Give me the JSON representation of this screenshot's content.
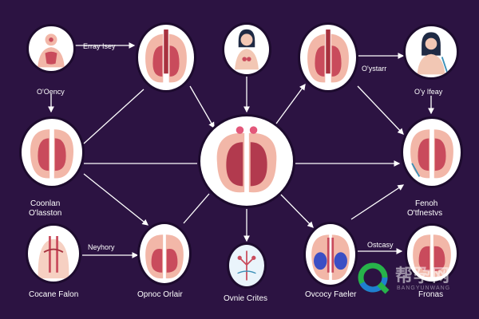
{
  "colors": {
    "background": "#2c1342",
    "node_fill": "#ffffff",
    "organ": "#c94b5c",
    "organ_light": "#f2b7a8",
    "line": "#ffffff"
  },
  "labels": {
    "top_left_arrow": "Erray Isey",
    "top_left_under": "O'Oency",
    "top_right_arrow": "O'ystarr",
    "top_right_under": "O'y Ifeay",
    "mid_left_line1": "Coonlan",
    "mid_left_line2": "O'lasston",
    "mid_right_line1": "Fenoh",
    "mid_right_line2": "O'tfnestvs",
    "bottom_left_arrow": "Neyhory",
    "bottom_right_arrow": "Ostcasy",
    "bottom_1": "Cocane Falon",
    "bottom_2": "Opnoc Orlair",
    "bottom_3": "Ovnie Crites",
    "bottom_4": "Ovcocy Faeler",
    "bottom_5": "Fronas"
  },
  "watermark": {
    "text": "帮孕网",
    "sub": "BANGYUNWANG"
  }
}
